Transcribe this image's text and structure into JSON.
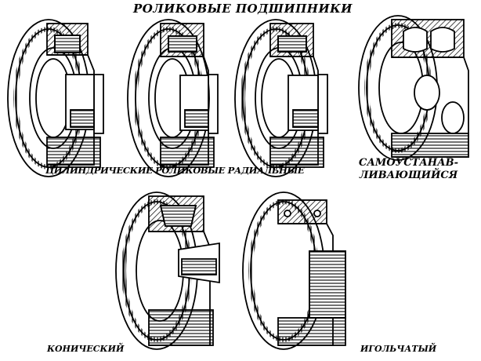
{
  "title": "РОЛИКОВЫЕ   ПОДШИПНИКИ",
  "labels": {
    "cylindrical": "ЦИЛИНДРИЧЕСКИЕ РОЛИКОВЫЕ РАДИАЛЬНЫЕ",
    "self_aligning_line1": "САМОУСТАНАВ-",
    "self_aligning_line2": "ЛИВАЮЩИЙСЯ",
    "tapered": "КОНИЧЕСКИЙ",
    "needle": "ИГОЛЬЧАТЫЙ"
  },
  "colors": {
    "ink": "#000000",
    "paper": "#ffffff"
  }
}
